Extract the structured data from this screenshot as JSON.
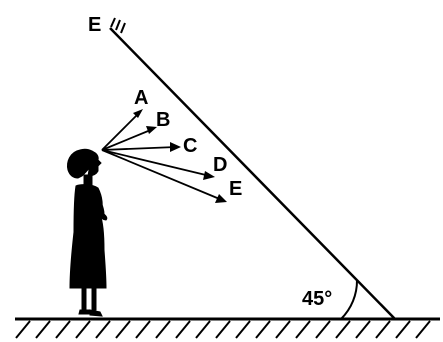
{
  "labels": {
    "mirror_top": "E",
    "ray_a": "A",
    "ray_b": "B",
    "ray_c": "C",
    "ray_d": "D",
    "ray_e": "E",
    "angle": "45°"
  },
  "colors": {
    "ink": "#000000",
    "background": "#ffffff"
  }
}
